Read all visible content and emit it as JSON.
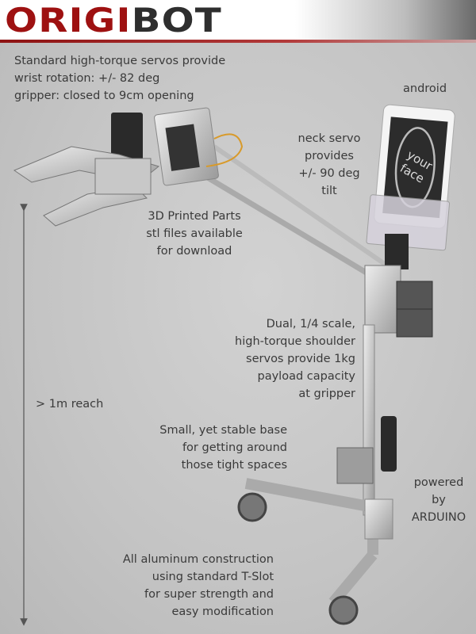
{
  "logo": {
    "part1": "ORIGI",
    "part2": "BOT"
  },
  "captions": {
    "wrist": [
      "Standard high-torque servos provide",
      "wrist rotation: +/- 82 deg",
      "gripper: closed to 9cm opening"
    ],
    "android": "android",
    "screen": [
      "your",
      "face"
    ],
    "neck": [
      "neck servo",
      "provides",
      "+/- 90 deg",
      "tilt"
    ],
    "printed": [
      "3D Printed Parts",
      "stl files available",
      "for download"
    ],
    "shoulder": [
      "Dual, 1/4 scale,",
      "high-torque shoulder",
      "servos provide 1kg",
      "payload capacity",
      "at gripper"
    ],
    "reach": "> 1m reach",
    "base": [
      "Small, yet stable base",
      "for getting around",
      "those tight spaces"
    ],
    "powered": [
      "powered",
      "by",
      "ARDUINO"
    ],
    "aluminum": [
      "All aluminum construction",
      "using standard T-Slot",
      "for super strength and",
      "easy modification"
    ]
  },
  "colors": {
    "brand_red": "#9e1111",
    "brand_dark": "#2e2e2e"
  }
}
